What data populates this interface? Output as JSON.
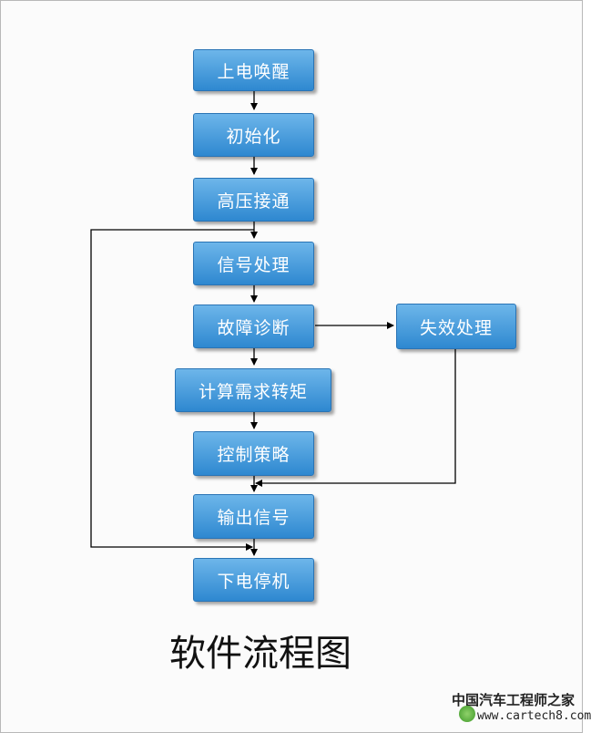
{
  "nodes": {
    "power_on_wake": "上电唤醒",
    "initialize": "初始化",
    "hv_connect": "高压接通",
    "signal_processing": "信号处理",
    "fault_diagnosis": "故障诊断",
    "failure_handling": "失效处理",
    "calc_torque": "计算需求转矩",
    "control_strategy": "控制策略",
    "output_signal": "输出信号",
    "power_off": "下电停机"
  },
  "title": "软件流程图",
  "watermark": {
    "cn": "中国汽车工程师之家",
    "url": "www.cartech8.com"
  },
  "colors": {
    "box_top": "#6db6ea",
    "box_bottom": "#2e88d0",
    "arrow": "#000000"
  }
}
